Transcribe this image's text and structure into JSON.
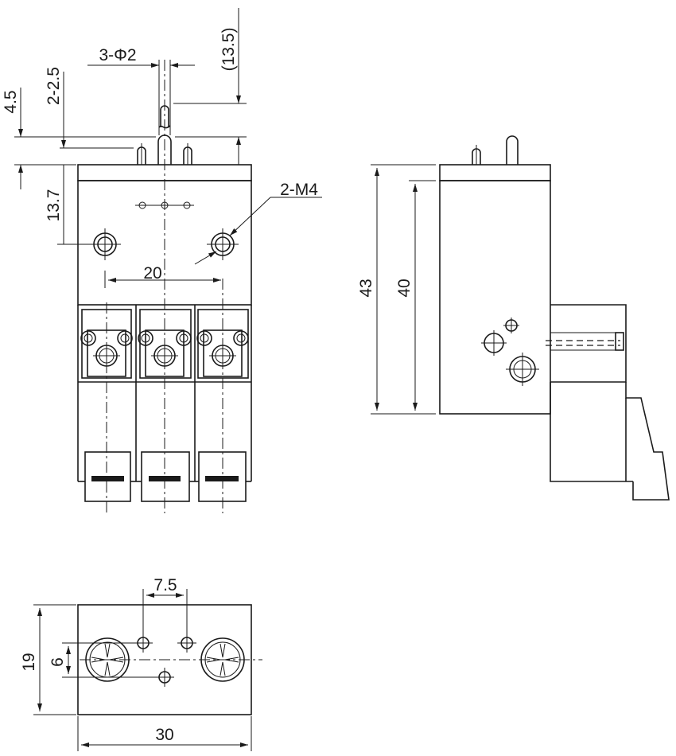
{
  "dimensions": {
    "pins": "3-Φ2",
    "pin_spacing_small": "2-2.5",
    "tab_step": "4.5",
    "pin_length": "(13.5)",
    "top_depth": "13.7",
    "mount_spacing": "20",
    "thread": "2-M4",
    "side_height_overall": "43",
    "side_height_body": "40",
    "bottom_pitch": "7.5",
    "bottom_depth": "19",
    "bottom_offset": "6",
    "bottom_width": "30"
  },
  "colors": {
    "line": "#1a1a1a",
    "background": "#ffffff"
  }
}
